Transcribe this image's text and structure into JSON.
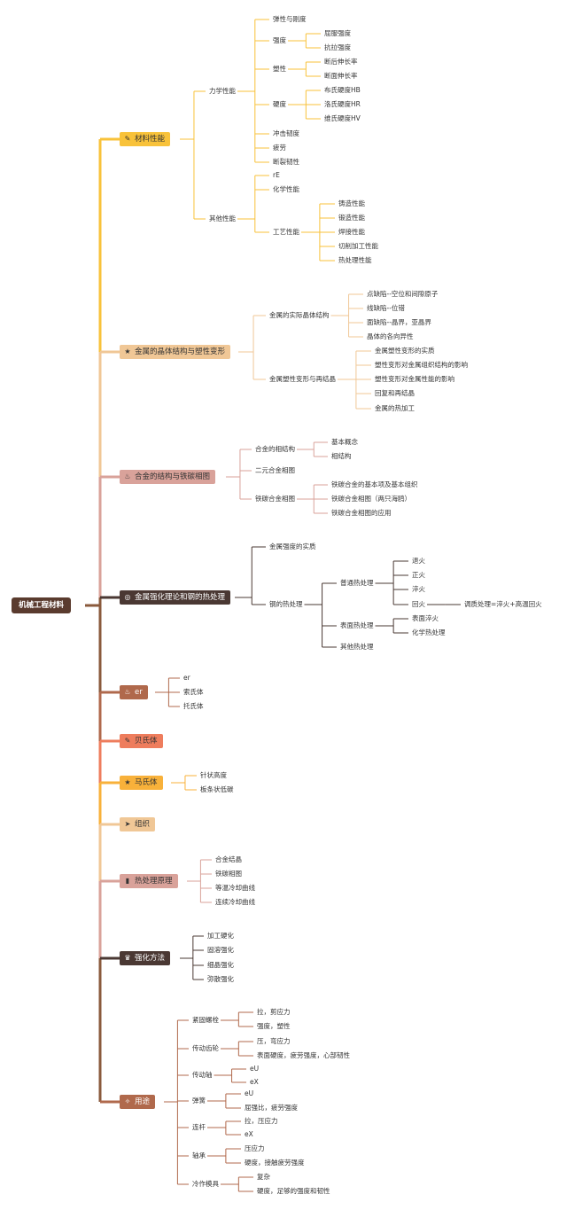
{
  "root": "机械工程材料",
  "categories": [
    {
      "key": "c1",
      "label": "材料性能",
      "icon": "✎",
      "icon_name": "pencil-icon",
      "bg": "#f8c23a",
      "fg": "#333"
    },
    {
      "key": "c2",
      "label": "金属的晶体结构与塑性变形",
      "icon": "★",
      "icon_name": "star-icon",
      "bg": "#f0c796",
      "fg": "#333"
    },
    {
      "key": "c3",
      "label": "合金的结构与铁碳相图",
      "icon": "♨",
      "icon_name": "flame-icon",
      "bg": "#d9a29a",
      "fg": "#333"
    },
    {
      "key": "c4",
      "label": "金属强化理论和钢的热处理",
      "icon": "◎",
      "icon_name": "badge-icon",
      "bg": "#4a3833",
      "fg": "#fff"
    },
    {
      "key": "c5",
      "label": "er",
      "icon": "♨",
      "icon_name": "flame-icon",
      "bg": "#b0694c",
      "fg": "#fff"
    },
    {
      "key": "c6",
      "label": "贝氏体",
      "icon": "✎",
      "icon_name": "pencil-icon",
      "bg": "#ee7d5d",
      "fg": "#333"
    },
    {
      "key": "c7",
      "label": "马氏体",
      "icon": "★",
      "icon_name": "star-icon",
      "bg": "#f8b13a",
      "fg": "#333"
    },
    {
      "key": "c8",
      "label": "组织",
      "icon": "➤",
      "icon_name": "send-icon",
      "bg": "#f0c796",
      "fg": "#333"
    },
    {
      "key": "c9",
      "label": "热处理原理",
      "icon": "▮",
      "icon_name": "book-icon",
      "bg": "#d9a29a",
      "fg": "#333"
    },
    {
      "key": "c10",
      "label": "强化方法",
      "icon": "♛",
      "icon_name": "crown-icon",
      "bg": "#4a3833",
      "fg": "#fff"
    },
    {
      "key": "c11",
      "label": "用途",
      "icon": "✧",
      "icon_name": "gem-icon",
      "bg": "#b0694c",
      "fg": "#fff"
    }
  ],
  "texts": {
    "c1_a": "力学性能",
    "c1_b": "其他性能",
    "c1_a1": "弹性与刚度",
    "c1_a2": "强度",
    "c1_a3": "塑性",
    "c1_a4": "硬度",
    "c1_a5": "冲击韧度",
    "c1_a6": "疲劳",
    "c1_a7": "断裂韧性",
    "c1_a2_1": "屈服强度",
    "c1_a2_2": "抗拉强度",
    "c1_a3_1": "断后伸长率",
    "c1_a3_2": "断面伸长率",
    "c1_a4_1": "布氏硬度HB",
    "c1_a4_2": "洛氏硬度HR",
    "c1_a4_3": "维氏硬度HV",
    "c1_b1": "rE",
    "c1_b2": "化学性能",
    "c1_b3": "工艺性能",
    "c1_b3_1": "铸造性能",
    "c1_b3_2": "锻造性能",
    "c1_b3_3": "焊接性能",
    "c1_b3_4": "切削加工性能",
    "c1_b3_5": "热处理性能",
    "c2_a": "金属的实际晶体结构",
    "c2_b": "金属塑性变形与再结晶",
    "c2_a1": "点缺陷--空位和间隙原子",
    "c2_a2": "线缺陷--位错",
    "c2_a3": "面缺陷--晶界，亚晶界",
    "c2_a4": "晶体的各向异性",
    "c2_b1": "金属塑性变形的实质",
    "c2_b2": "塑性变形对金属组织结构的影响",
    "c2_b3": "塑性变形对金属性能的影响",
    "c2_b4": "回复和再结晶",
    "c2_b5": "金属的热加工",
    "c3_a": "合金的相结构",
    "c3_b": "二元合金相图",
    "c3_c": "铁碳合金相图",
    "c3_a1": "基本概念",
    "c3_a2": "相结构",
    "c3_c1": "铁碳合金的基本项及基本组织",
    "c3_c2": "铁碳合金相图（两只海鸥）",
    "c3_c3": "铁碳合金相图的应用",
    "c4_a": "金属强度的实质",
    "c4_b": "钢的热处理",
    "c4_b1": "普通热处理",
    "c4_b2": "表面热处理",
    "c4_b3": "其他热处理",
    "c4_b1_1": "退火",
    "c4_b1_2": "正火",
    "c4_b1_3": "淬火",
    "c4_b1_4": "回火",
    "c4_b1_4_1": "调质处理=淬火+高温回火",
    "c4_b2_1": "表面淬火",
    "c4_b2_2": "化学热处理",
    "c5_1": "er",
    "c5_2": "索氏体",
    "c5_3": "托氏体",
    "c7_1": "针状高度",
    "c7_2": "板条状低碳",
    "c9_1": "合金结晶",
    "c9_2": "铁碳相图",
    "c9_3": "等温冷却曲线",
    "c9_4": "连续冷却曲线",
    "c10_1": "加工硬化",
    "c10_2": "固溶强化",
    "c10_3": "细晶强化",
    "c10_4": "弥散强化",
    "c11_1": "紧固螺栓",
    "c11_2": "传动齿轮",
    "c11_3": "传动轴",
    "c11_4": "弹簧",
    "c11_5": "连杆",
    "c11_6": "轴承",
    "c11_7": "冷作模具",
    "c11_1a": "拉，剪应力",
    "c11_1b": "强度，塑性",
    "c11_2a": "压，弯应力",
    "c11_2b": "表面硬度，疲劳强度，心部韧性",
    "c11_3a": "eU",
    "c11_3b": "eX",
    "c11_4a": "eU",
    "c11_4b": "屈强比，疲劳强度",
    "c11_5a": "拉，压应力",
    "c11_5b": "eX",
    "c11_6a": "压应力",
    "c11_6b": "硬度，接触疲劳强度",
    "c11_7a": "复杂",
    "c11_7b": "硬度，足够的强度和韧性"
  }
}
